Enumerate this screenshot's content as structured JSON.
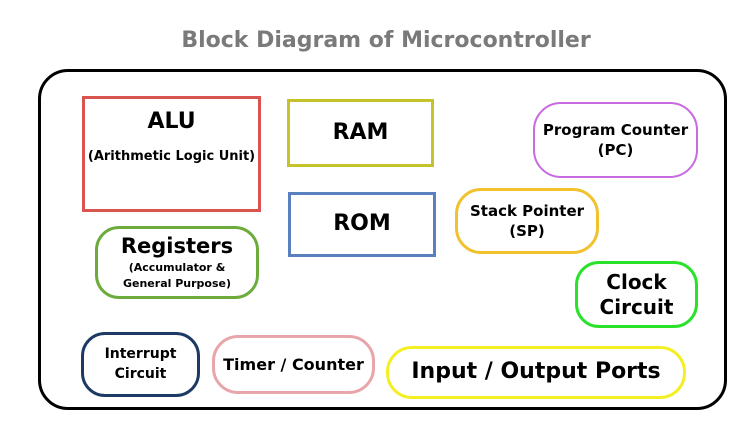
{
  "title": "Block Diagram of Microcontroller",
  "colors": {
    "title": "#7a7a7a",
    "frame": "#000000",
    "alu": "#d9534f",
    "ram": "#c5c22a",
    "rom": "#5b80c0",
    "program_counter": "#c86be0",
    "stack_pointer": "#f2c12e",
    "registers": "#6cab3c",
    "clock": "#2be22b",
    "interrupt": "#1c3a64",
    "timer": "#e8a6ab",
    "io": "#f4ef22"
  },
  "blocks": {
    "alu": {
      "label": "ALU",
      "sublabel": "(Arithmetic Logic Unit)",
      "shape": "rectangle"
    },
    "ram": {
      "label": "RAM",
      "shape": "rectangle"
    },
    "rom": {
      "label": "ROM",
      "shape": "rectangle"
    },
    "program_counter": {
      "label_line1": "Program Counter",
      "label_line2": "(PC)",
      "shape": "rounded"
    },
    "stack_pointer": {
      "label_line1": "Stack Pointer",
      "label_line2": "(SP)",
      "shape": "rounded"
    },
    "registers": {
      "label": "Registers",
      "sublabel_line1": "(Accumulator &",
      "sublabel_line2": "General Purpose)",
      "shape": "rounded"
    },
    "clock": {
      "label_line1": "Clock",
      "label_line2": "Circuit",
      "shape": "rounded"
    },
    "interrupt": {
      "label_line1": "Interrupt",
      "label_line2": "Circuit",
      "shape": "rounded"
    },
    "timer": {
      "label": "Timer / Counter",
      "shape": "rounded"
    },
    "io": {
      "label": "Input / Output Ports",
      "shape": "rounded"
    }
  }
}
